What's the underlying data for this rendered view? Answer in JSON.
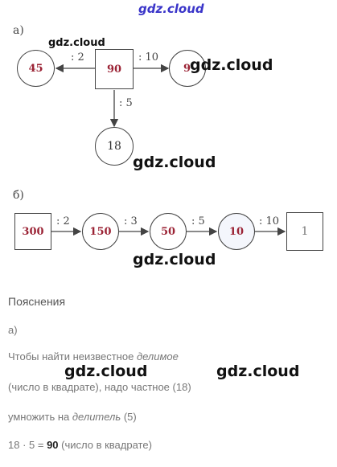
{
  "watermark": "gdz.cloud",
  "part_a": {
    "label": "а)",
    "center": "90",
    "left": "45",
    "right": "9",
    "bottom": "18",
    "op_left": ": 2",
    "op_right": ": 10",
    "op_down": ": 5"
  },
  "part_b": {
    "label": "б)",
    "nodes": [
      "300",
      "150",
      "50",
      "10",
      "1"
    ],
    "ops": [
      ": 2",
      ": 3",
      ": 5",
      ": 10"
    ]
  },
  "explanation": {
    "heading": "Пояснения",
    "sub": "а)",
    "line1_pre": "Чтобы найти неизвестное ",
    "line1_em": "делимое",
    "line2": "(число в квадрате), надо частное (18)",
    "line3_pre": "умножить на ",
    "line3_em": "делитель",
    "line3_post": " (5)",
    "line4_pre": "18 · 5 = ",
    "line4_bold": "90",
    "line4_post": " (число в квадрате)"
  }
}
